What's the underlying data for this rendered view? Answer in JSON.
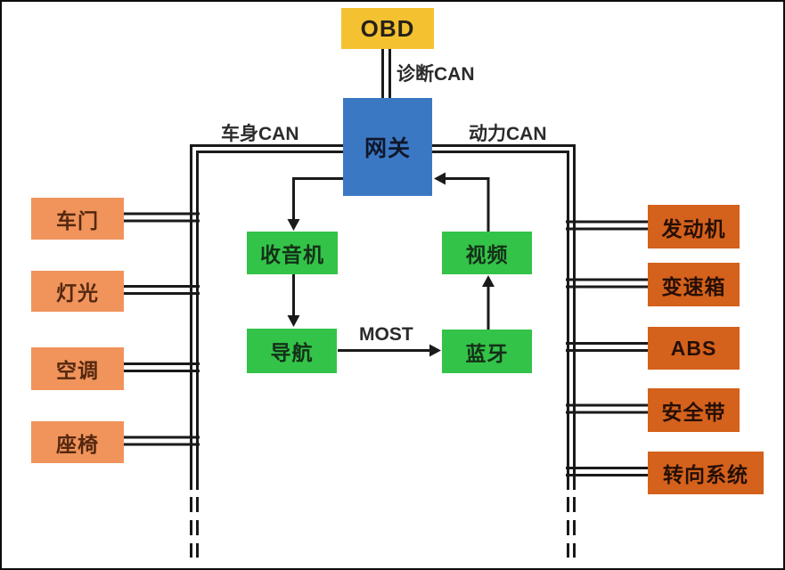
{
  "diagram": {
    "type": "automotive-can-bus-network",
    "nodes": {
      "obd": {
        "label": "OBD"
      },
      "gateway": {
        "label": "网关"
      },
      "infotainment": {
        "radio": {
          "label": "收音机"
        },
        "video": {
          "label": "视频"
        },
        "navigation": {
          "label": "导航"
        },
        "bluetooth": {
          "label": "蓝牙"
        }
      },
      "body": [
        {
          "label": "车门"
        },
        {
          "label": "灯光"
        },
        {
          "label": "空调"
        },
        {
          "label": "座椅"
        }
      ],
      "power": [
        {
          "label": "发动机"
        },
        {
          "label": "变速箱"
        },
        {
          "label": "ABS"
        },
        {
          "label": "安全带"
        },
        {
          "label": "转向系统"
        }
      ]
    },
    "bus_labels": {
      "diagnostic_can": "诊断CAN",
      "body_can": "车身CAN",
      "power_can": "动力CAN",
      "most": "MOST"
    },
    "edges": [
      {
        "from": "OBD",
        "to": "网关",
        "bus": "诊断CAN",
        "style": "double-line"
      },
      {
        "from": "网关",
        "to": "车门/灯光/空调/座椅",
        "bus": "车身CAN",
        "style": "double-line"
      },
      {
        "from": "网关",
        "to": "发动机/变速箱/ABS/安全带/转向系统",
        "bus": "动力CAN",
        "style": "double-line"
      },
      {
        "from": "网关",
        "to": "收音机",
        "style": "arrow"
      },
      {
        "from": "收音机",
        "to": "导航",
        "style": "arrow"
      },
      {
        "from": "导航",
        "to": "蓝牙",
        "bus": "MOST",
        "style": "arrow"
      },
      {
        "from": "蓝牙",
        "to": "视频",
        "style": "arrow"
      },
      {
        "from": "视频",
        "to": "网关",
        "style": "arrow"
      }
    ],
    "colors": {
      "obd_box": "#F4C231",
      "gateway_box": "#3B78C4",
      "infotainment_box": "#33C348",
      "body_box": "#F0945C",
      "power_box": "#D4611C",
      "line": "#1a1a1a",
      "background": "#ffffff",
      "frame": "#0d0d0d"
    }
  }
}
